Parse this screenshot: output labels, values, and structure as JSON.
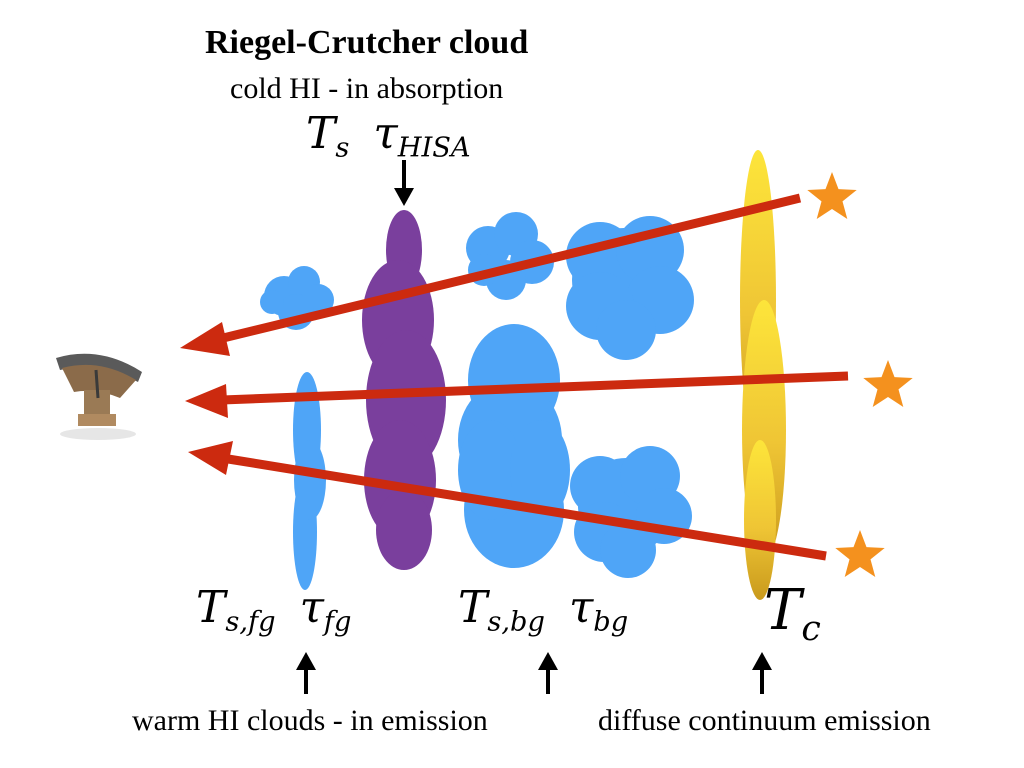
{
  "title": "Riegel-Crutcher cloud",
  "subtitle": "cold HI - in absorption",
  "symbols": {
    "hisa": {
      "t_base": "T",
      "t_sub": "s",
      "tau_base": "τ",
      "tau_sub": "HISA"
    },
    "foreground": {
      "t_base": "T",
      "t_sub": "s,fg",
      "tau_base": "τ",
      "tau_sub": "fg"
    },
    "background": {
      "t_base": "T",
      "t_sub": "s,bg",
      "tau_base": "τ",
      "tau_sub": "bg"
    },
    "continuum": {
      "t_base": "T",
      "t_sub": "c"
    }
  },
  "labels": {
    "warm": "warm HI clouds - in emission",
    "diffuse": "diffuse continuum emission"
  },
  "colors": {
    "warm_cloud": "#4fa5f7",
    "cold_cloud": "#7a3f9d",
    "continuum": "#f2c431",
    "sightline": "#cc2a0f",
    "star": "#f4911e",
    "arrow": "#000000"
  },
  "icons": [
    "radio-telescope-icon",
    "star-icon",
    "down-arrow-icon",
    "up-arrow-icon"
  ]
}
